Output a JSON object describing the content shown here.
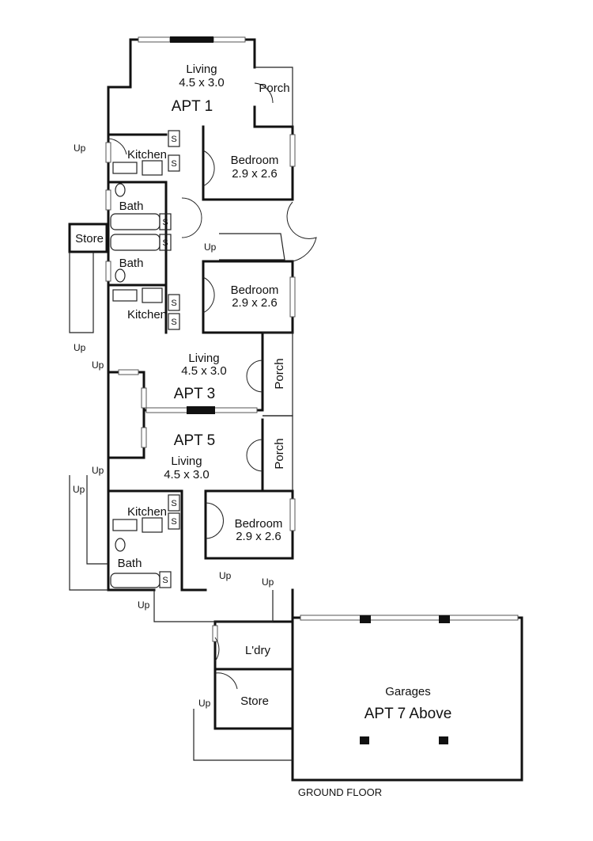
{
  "title": "GROUND FLOOR",
  "rooms": {
    "apt1_living": {
      "name": "Living",
      "size": "4.5 x 3.0"
    },
    "apt1": "APT 1",
    "apt1_porch": "Porch",
    "apt1_kitchen": "Kitchen",
    "apt1_bath": "Bath",
    "bedroom_a": {
      "name": "Bedroom",
      "size": "2.9 x 2.6"
    },
    "store_top": "Store",
    "apt3_bath": "Bath",
    "apt3_kitchen": "Kitchen",
    "bedroom_b": {
      "name": "Bedroom",
      "size": "2.9 x 2.6"
    },
    "apt3_living": {
      "name": "Living",
      "size": "4.5 x 3.0"
    },
    "apt3": "APT 3",
    "apt3_porch": "Porch",
    "apt5": "APT 5",
    "apt5_living": {
      "name": "Living",
      "size": "4.5 x 3.0"
    },
    "apt5_porch": "Porch",
    "apt5_kitchen": "Kitchen",
    "apt5_bath": "Bath",
    "bedroom_c": {
      "name": "Bedroom",
      "size": "2.9 x 2.6"
    },
    "laundry": "L'dry",
    "store_bottom": "Store",
    "garages": "Garages",
    "apt7": "APT 7 Above"
  },
  "marks": {
    "up": "Up",
    "shelf": "S"
  }
}
